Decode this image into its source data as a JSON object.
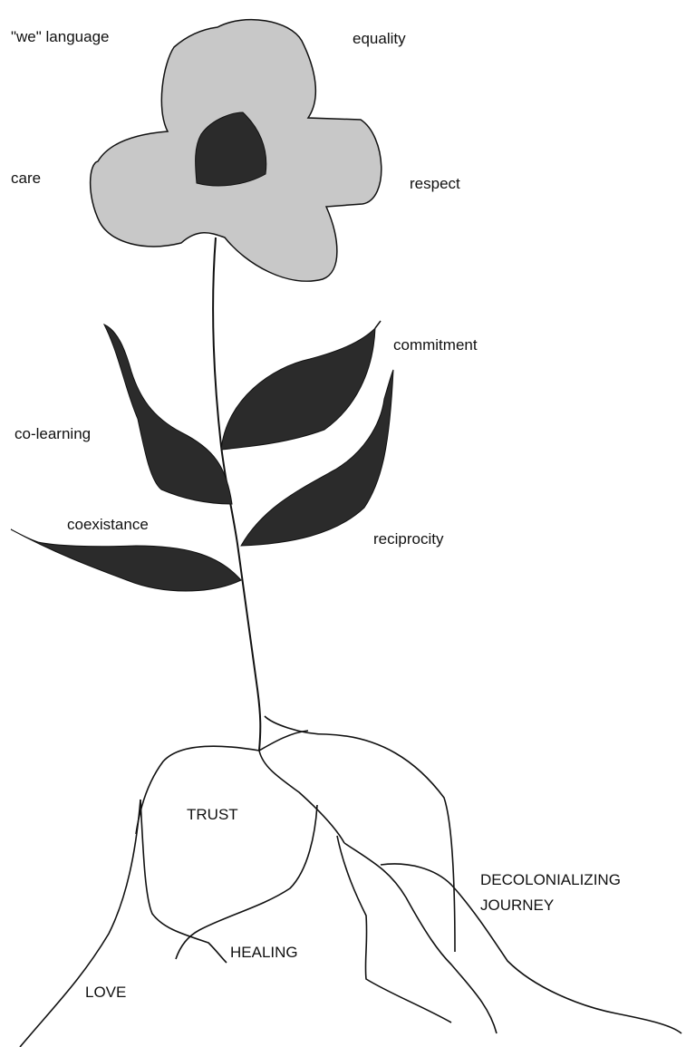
{
  "colors": {
    "petals": "#c8c8c8",
    "center": "#2b2b2b",
    "leaves": "#2b2b2b",
    "stroke": "#111111",
    "background": "#ffffff"
  },
  "flower": {
    "labels": {
      "we_language": "\"we\" language",
      "equality": "equality",
      "care": "care",
      "respect": "respect"
    }
  },
  "leaves": {
    "labels": {
      "commitment": "commitment",
      "co_learning": "co-learning",
      "coexistance": "coexistance",
      "reciprocity": "reciprocity"
    }
  },
  "roots": {
    "labels": {
      "trust": "TRUST",
      "decolonializing_1": "DECOLONIALIZING",
      "decolonializing_2": "JOURNEY",
      "healing": "HEALING",
      "love": "LOVE"
    }
  }
}
